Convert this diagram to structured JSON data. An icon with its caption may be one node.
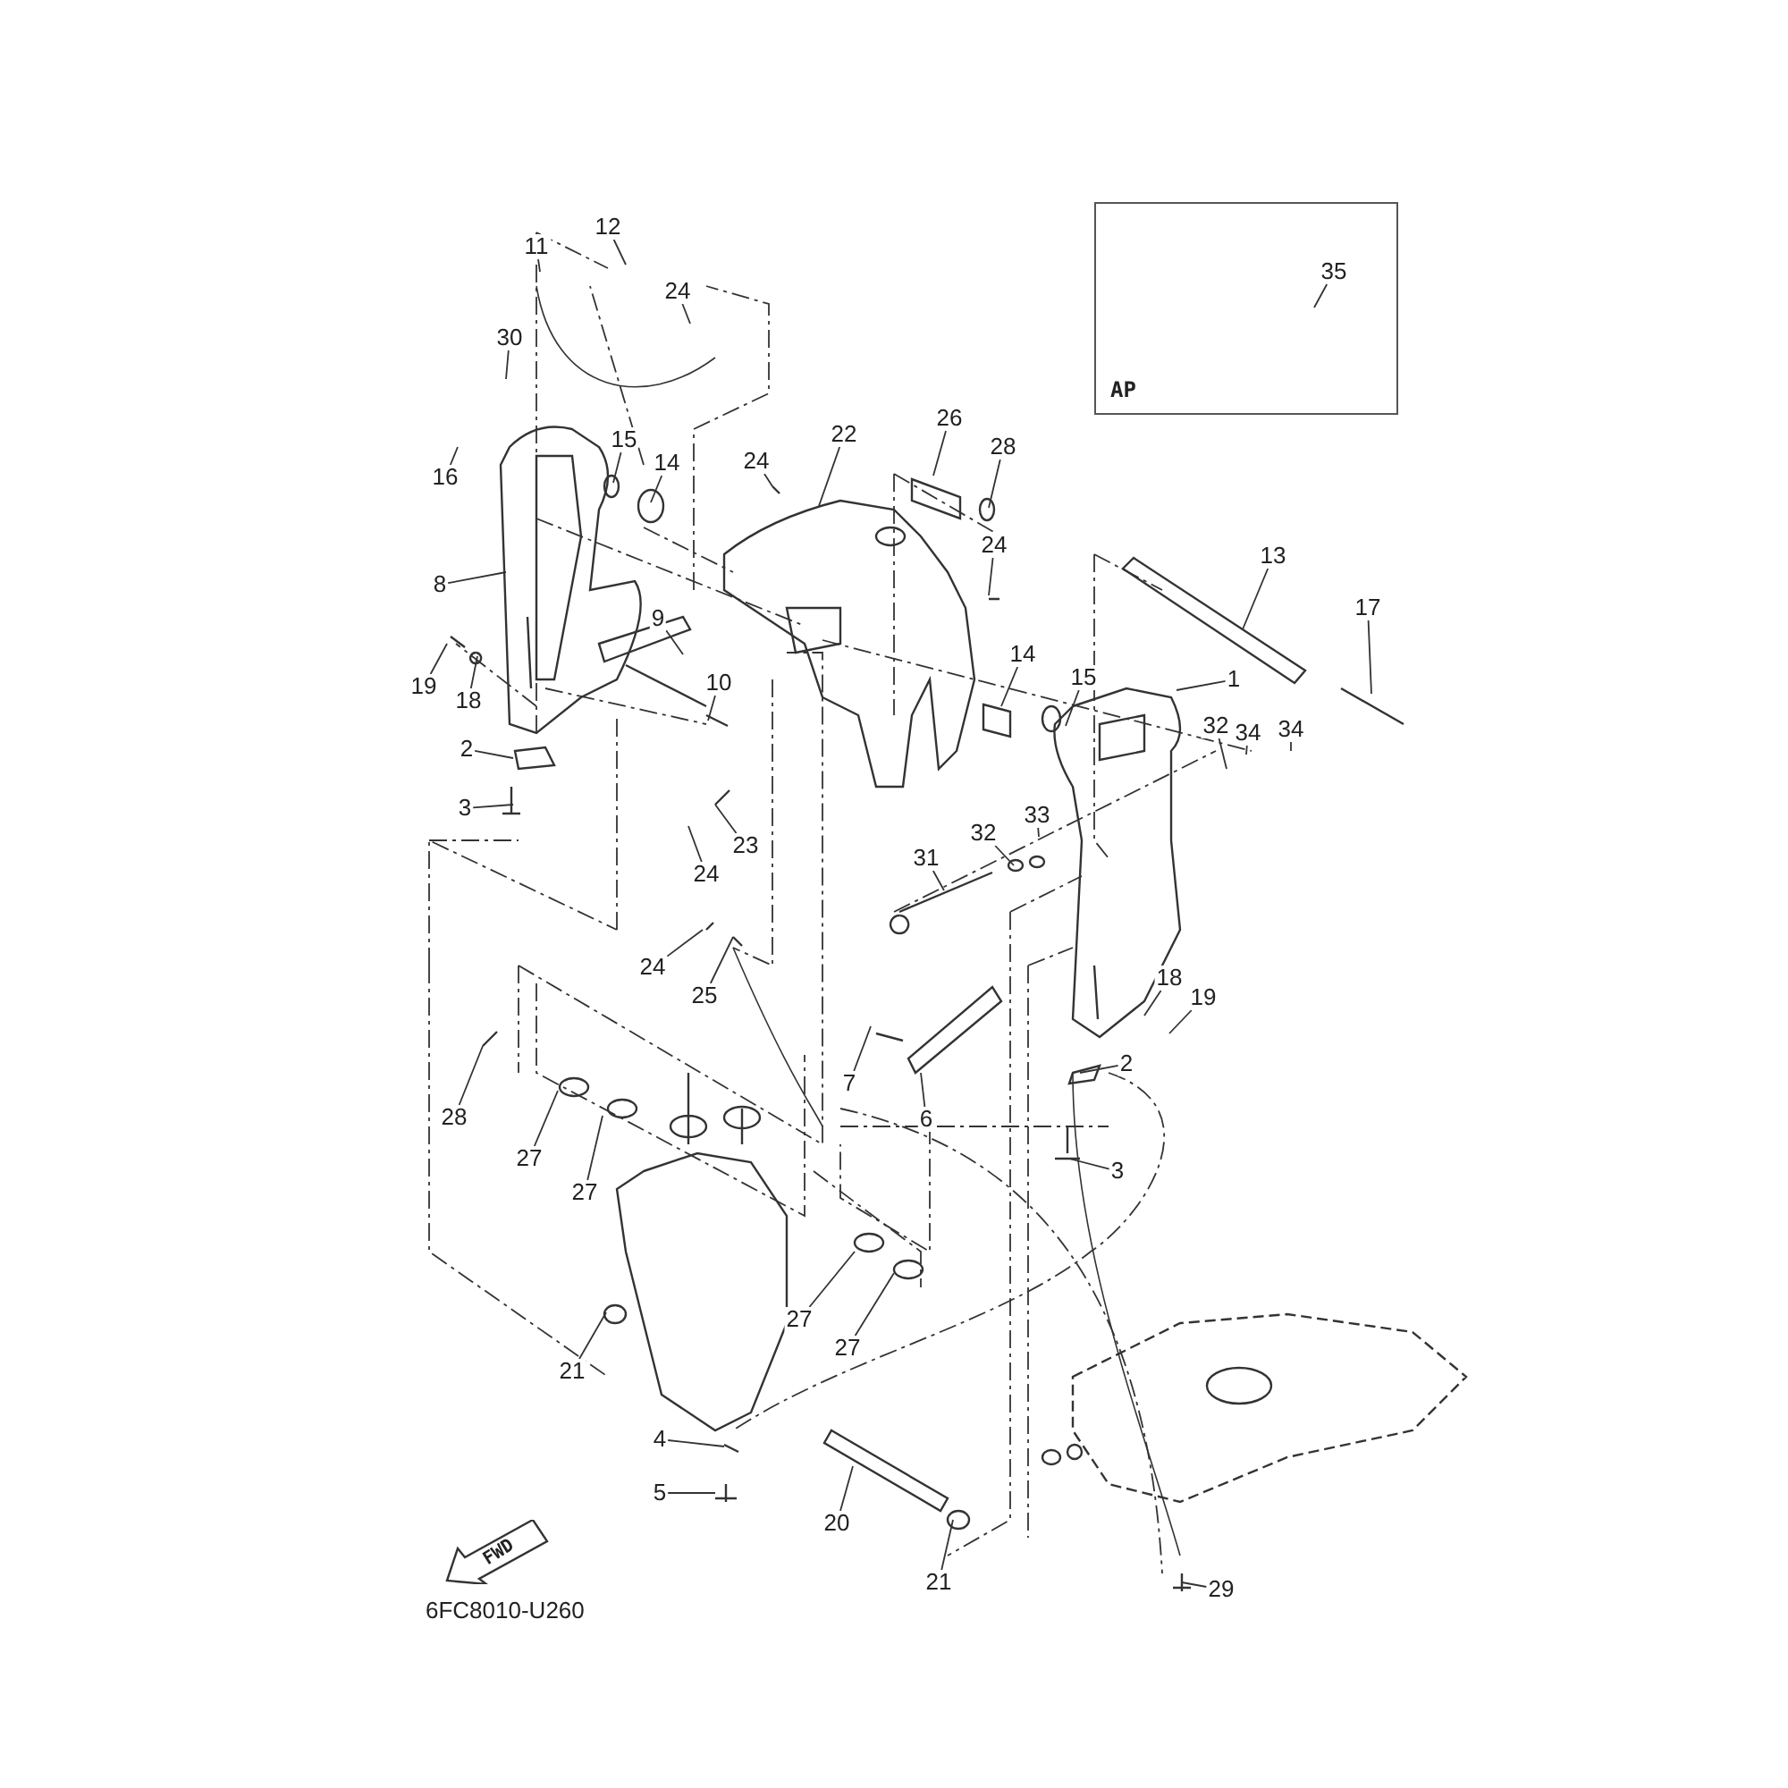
{
  "diagram": {
    "nodes": [
      {
        "text": [
          "AP"
        ]
      },
      {
        "text": [
          "35"
        ],
        "in": 0
      },
      {
        "text": [
          "11"
        ]
      },
      {
        "text": [
          "12"
        ]
      },
      {
        "text": [
          "24"
        ]
      },
      {
        "text": [
          "30"
        ]
      },
      {
        "text": [
          "16"
        ]
      },
      {
        "text": [
          "15"
        ]
      },
      {
        "text": [
          "14"
        ]
      },
      {
        "text": [
          "8"
        ]
      },
      {
        "text": [
          "22"
        ]
      },
      {
        "text": [
          "26"
        ]
      },
      {
        "text": [
          "28"
        ]
      },
      {
        "text": [
          "24"
        ]
      },
      {
        "text": [
          "24"
        ]
      },
      {
        "text": [
          "9"
        ]
      },
      {
        "text": [
          "10"
        ]
      },
      {
        "text": [
          "19"
        ]
      },
      {
        "text": [
          "18"
        ]
      },
      {
        "text": [
          "2"
        ]
      },
      {
        "text": [
          "3"
        ]
      },
      {
        "text": [
          "13"
        ]
      },
      {
        "text": [
          "17"
        ]
      },
      {
        "text": [
          "1"
        ]
      },
      {
        "text": [
          "14"
        ]
      },
      {
        "text": [
          "15"
        ]
      },
      {
        "text": [
          "32"
        ]
      },
      {
        "text": [
          "34"
        ]
      },
      {
        "text": [
          "34"
        ]
      },
      {
        "text": [
          "33"
        ]
      },
      {
        "text": [
          "32"
        ]
      },
      {
        "text": [
          "31"
        ]
      },
      {
        "text": [
          "23"
        ]
      },
      {
        "text": [
          "24"
        ]
      },
      {
        "text": [
          "24"
        ]
      },
      {
        "text": [
          "25"
        ]
      },
      {
        "text": [
          "28"
        ]
      },
      {
        "text": [
          "27"
        ]
      },
      {
        "text": [
          "27"
        ]
      },
      {
        "text": [
          "7"
        ]
      },
      {
        "text": [
          "6"
        ]
      },
      {
        "text": [
          "2"
        ]
      },
      {
        "text": [
          "18"
        ]
      },
      {
        "text": [
          "19"
        ]
      },
      {
        "text": [
          "3"
        ]
      },
      {
        "text": [
          "21"
        ]
      },
      {
        "text": [
          "27"
        ]
      },
      {
        "text": [
          "27"
        ]
      },
      {
        "text": [
          "4"
        ]
      },
      {
        "text": [
          "5"
        ]
      },
      {
        "text": [
          "20"
        ]
      },
      {
        "text": [
          "21"
        ]
      },
      {
        "text": [
          "29"
        ]
      },
      {
        "text": [
          "FWD"
        ]
      }
    ],
    "edges": [
      {
        "from": 1,
        "to": null,
        "arrow": "none"
      },
      {
        "from": 2,
        "to": null,
        "arrow": "none"
      },
      {
        "from": 3,
        "to": null,
        "arrow": "none"
      },
      {
        "from": 4,
        "to": null,
        "arrow": "none"
      },
      {
        "from": 5,
        "to": null,
        "arrow": "none"
      },
      {
        "from": 6,
        "to": null,
        "arrow": "none"
      },
      {
        "from": 7,
        "to": null,
        "arrow": "none"
      },
      {
        "from": 8,
        "to": null,
        "arrow": "none"
      },
      {
        "from": 9,
        "to": null,
        "arrow": "none"
      },
      {
        "from": 10,
        "to": null,
        "arrow": "none"
      },
      {
        "from": 11,
        "to": null,
        "arrow": "none"
      },
      {
        "from": 12,
        "to": null,
        "arrow": "none"
      },
      {
        "from": 13,
        "to": null,
        "arrow": "none"
      },
      {
        "from": 14,
        "to": null,
        "arrow": "none"
      },
      {
        "from": 15,
        "to": null,
        "arrow": "none"
      },
      {
        "from": 16,
        "to": null,
        "arrow": "none"
      },
      {
        "from": 17,
        "to": null,
        "arrow": "none"
      },
      {
        "from": 18,
        "to": null,
        "arrow": "none"
      },
      {
        "from": 19,
        "to": null,
        "arrow": "none"
      },
      {
        "from": 20,
        "to": null,
        "arrow": "none"
      },
      {
        "from": 21,
        "to": null,
        "arrow": "none"
      },
      {
        "from": 22,
        "to": null,
        "arrow": "none"
      },
      {
        "from": 23,
        "to": null,
        "arrow": "none"
      },
      {
        "from": 24,
        "to": null,
        "arrow": "none"
      },
      {
        "from": 25,
        "to": null,
        "arrow": "none"
      },
      {
        "from": 26,
        "to": null,
        "arrow": "none"
      },
      {
        "from": 27,
        "to": null,
        "arrow": "none"
      },
      {
        "from": 28,
        "to": null,
        "arrow": "none"
      },
      {
        "from": 29,
        "to": null,
        "arrow": "none"
      },
      {
        "from": 30,
        "to": null,
        "arrow": "none"
      },
      {
        "from": 31,
        "to": null,
        "arrow": "none"
      },
      {
        "from": 32,
        "to": null,
        "arrow": "none"
      },
      {
        "from": 33,
        "to": null,
        "arrow": "none"
      },
      {
        "from": 34,
        "to": null,
        "arrow": "none"
      },
      {
        "from": 35,
        "to": null,
        "arrow": "none"
      },
      {
        "from": 36,
        "to": null,
        "arrow": "none"
      },
      {
        "from": 37,
        "to": null,
        "arrow": "none"
      },
      {
        "from": 38,
        "to": null,
        "arrow": "none"
      },
      {
        "from": 39,
        "to": null,
        "arrow": "none"
      },
      {
        "from": 40,
        "to": null,
        "arrow": "none"
      },
      {
        "from": 41,
        "to": null,
        "arrow": "none"
      },
      {
        "from": 42,
        "to": null,
        "arrow": "none"
      },
      {
        "from": 43,
        "to": null,
        "arrow": "none"
      },
      {
        "from": 44,
        "to": null,
        "arrow": "none"
      },
      {
        "from": 45,
        "to": null,
        "arrow": "none"
      },
      {
        "from": 46,
        "to": null,
        "arrow": "none"
      },
      {
        "from": 47,
        "to": null,
        "arrow": "none"
      },
      {
        "from": 48,
        "to": null,
        "arrow": "none"
      },
      {
        "from": 49,
        "to": null,
        "arrow": "none"
      },
      {
        "from": 50,
        "to": null,
        "arrow": "none"
      },
      {
        "from": 51,
        "to": null,
        "arrow": "none"
      },
      {
        "from": 52,
        "to": null,
        "arrow": "none"
      }
    ],
    "labels": [
      "6FC8010-U260"
    ]
  }
}
